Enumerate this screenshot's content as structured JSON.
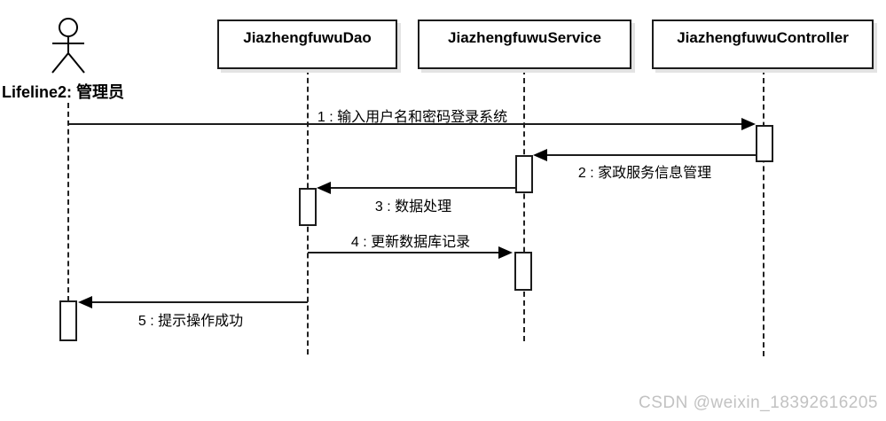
{
  "diagram": {
    "type": "uml-sequence-diagram",
    "actor": {
      "label": "Lifeline2: 管理员"
    },
    "participants": [
      {
        "label": "JiazhengfuwuDao"
      },
      {
        "label": "JiazhengfuwuService"
      },
      {
        "label": "JiazhengfuwuController"
      }
    ],
    "messages": [
      {
        "label": "1 : 输入用户名和密码登录系统",
        "from": "Lifeline2: 管理员",
        "to": "JiazhengfuwuController"
      },
      {
        "label": "2 : 家政服务信息管理",
        "from": "JiazhengfuwuController",
        "to": "JiazhengfuwuService"
      },
      {
        "label": "3 : 数据处理",
        "from": "JiazhengfuwuService",
        "to": "JiazhengfuwuDao"
      },
      {
        "label": "4 : 更新数据库记录",
        "from": "JiazhengfuwuDao",
        "to": "JiazhengfuwuService"
      },
      {
        "label": "5 : 提示操作成功",
        "from": "JiazhengfuwuDao",
        "to": "Lifeline2: 管理员"
      }
    ],
    "colors": {
      "line": "#1c1c1c",
      "background": "#ffffff",
      "box_shadow": "#e3e3e3",
      "watermark": "#c2c2c2"
    }
  },
  "watermark": "CSDN @weixin_18392616205"
}
